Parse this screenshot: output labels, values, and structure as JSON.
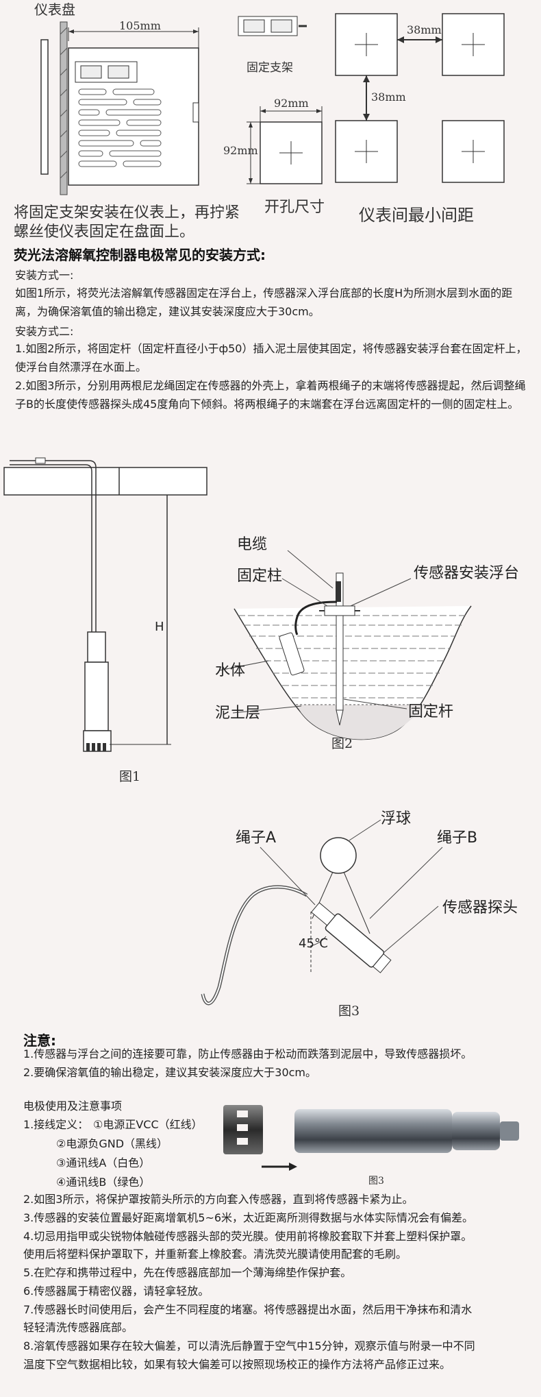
{
  "top": {
    "panel_label": "仪表盘",
    "dim_105": "105mm",
    "bracket_label": "固定支架",
    "dim_38_h": "38mm",
    "dim_38_v": "38mm",
    "dim_92_h": "92mm",
    "dim_92_v": "92mm",
    "install_note_1": "将固定支架安装在仪表上，再拧紧",
    "install_note_2": "螺丝使仪表固定在盘面上。",
    "cutout_label": "开孔尺寸",
    "spacing_label": "仪表间最小间距"
  },
  "section1": {
    "heading": "荧光法溶解氧控制器电极常见的安装方式:",
    "method1_title": "安装方式一:",
    "method1_text": "如图1所示，将荧光法溶解氧传感器固定在浮台上，传感器深入浮台底部的长度H为所测水层到水面的距离，为确保溶氧值的输出稳定，建议其安装深度应大于30cm。",
    "method2_title": "安装方式二:",
    "method2_item1": "1.如图2所示，将固定杆（固定杆直径小于ф50）插入泥土层使其固定，将传感器安装浮台套在固定杆上，使浮台自然漂浮在水面上。",
    "method2_item2": "2.如图3所示，分别用两根尼龙绳固定在传感器的外壳上，拿着两根绳子的末端将传感器提起，然后调整绳子B的长度使传感器探头成45度角向下倾斜。将两根绳子的末端套在浮台远离固定杆的一侧的固定柱上。"
  },
  "fig1": {
    "h_label": "H",
    "caption": "图1"
  },
  "fig2": {
    "cable": "电缆",
    "post": "固定柱",
    "float_platform": "传感器安装浮台",
    "water": "水体",
    "mud": "泥土层",
    "rod": "固定杆",
    "caption": "图2"
  },
  "fig3": {
    "float_ball": "浮球",
    "rope_a": "绳子A",
    "rope_b": "绳子B",
    "probe": "传感器探头",
    "angle": "45℃",
    "caption": "图3"
  },
  "notes": {
    "title": "注意:",
    "item1": "1.传感器与浮台之间的连接要可靠，防止传感器由于松动而跌落到泥层中，导致传感器损坏。",
    "item2": "2.要确保溶氧值的输出稳定，建议其安装深度应大于30cm。"
  },
  "usage": {
    "title": "电极使用及注意事项",
    "wiring_prefix": "1.接线定义：",
    "wire1": "①电源正VCC（红线）",
    "wire2": "②电源负GND（黑线）",
    "wire3": "③通讯线A（白色）",
    "wire4": "④通讯线B（绿色）",
    "photo_caption": "图3",
    "item2": "2.如图3所示，将保护罩按箭头所示的方向套入传感器，直到将传感器卡紧为止。",
    "item3": "3.传感器的安装位置最好距离增氧机5~6米，太近距离所测得数据与水体实际情况会有偏差。",
    "item4a": "4.切忌用指甲或尖锐物体触碰传感器头部的荧光膜。使用前将橡胶套取下并套上塑料保护罩。",
    "item4b": "使用后将塑料保护罩取下，并重新套上橡胶套。清洗荧光膜请使用配套的毛刷。",
    "item5": "5.在贮存和携带过程中，先在传感器底部加一个薄海绵垫作保护套。",
    "item6": "6.传感器属于精密仪器，请轻拿轻放。",
    "item7a": "7.传感器长时间使用后，会产生不同程度的堵塞。将传感器提出水面，然后用干净抹布和清水",
    "item7b": "轻轻清洗传感器底部。",
    "item8a": "8.溶氧传感器如果存在较大偏差，可以清洗后静置于空气中15分钟，观察示值与附录一中不同",
    "item8b": "温度下空气数据相比较，如果有较大偏差可以按照现场校正的操作方法将产品修正过来。"
  }
}
